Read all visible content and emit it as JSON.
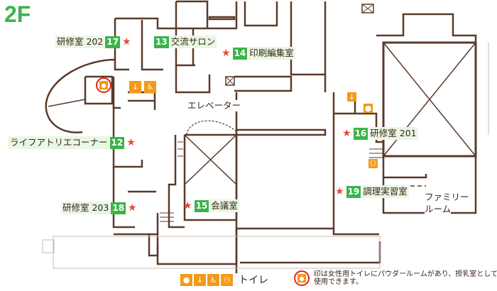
{
  "floor": "2F",
  "rooms": [
    {
      "id": "17",
      "name": "研修室 202"
    },
    {
      "id": "13",
      "name": "交流サロン"
    },
    {
      "id": "14",
      "name": "印刷編集室"
    },
    {
      "id": "12",
      "name": "ライフアトリエコーナー"
    },
    {
      "id": "16",
      "name": "研修室 201"
    },
    {
      "id": "19",
      "name": "調理実習室"
    },
    {
      "id": "18",
      "name": "研修室 203"
    },
    {
      "id": "15",
      "name": "会議室"
    }
  ],
  "labels": {
    "elevator": "エレベーター",
    "family_room_1": "ファミリー",
    "family_room_2": "ルーム"
  },
  "legend": {
    "toilet_label": "トイレ",
    "toilet_icons": [
      "female-toilet-icon",
      "male-toilet-icon",
      "wheelchair-toilet-icon",
      "multi-toilet-icon"
    ],
    "powder_room_note": "印は女性用トイレにパウダールームがあり、授乳室としても使用できます。"
  },
  "colors": {
    "wall": "#5a3a2a",
    "accent": "#3cb44a",
    "toilet": "#f29a1a",
    "star": "#e8482e",
    "highlight": "#e2231a"
  }
}
